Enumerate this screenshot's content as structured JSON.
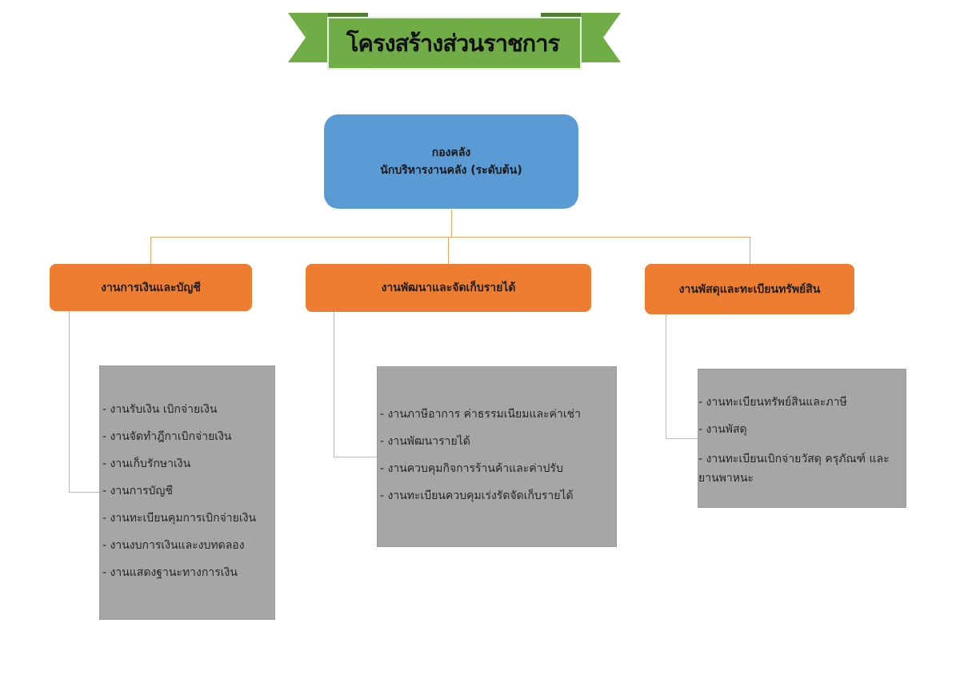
{
  "title": "โครงสร้างส่วนราชการ",
  "root": {
    "line1": "กองคลัง",
    "line2": "นักบริหารงานคลัง (ระดับต้น)"
  },
  "departments": [
    {
      "name": "งานการเงินและบัญชี",
      "tasks": [
        "- งานรับเงิน เบิกจ่ายเงิน",
        "- งานจัดทำฎีกาเบิกจ่ายเงิน",
        "- งานเก็บรักษาเงิน",
        "- งานการบัญชี",
        "- งานทะเบียนคุมการเบิกจ่ายเงิน",
        "- งานงบการเงินและงบทดลอง",
        "- งานแสดงฐานะทางการเงิน"
      ]
    },
    {
      "name": "งานพัฒนาและจัดเก็บรายได้",
      "tasks": [
        "-  งานภาษีอาการ  ค่าธรรมเนียมและค่าเช่า",
        "-  งานพัฒนารายได้",
        "-  งานควบคุมกิจการร้านค้าและค่าปรับ",
        "-  งานทะเบียนควบคุมเร่งรัดจัดเก็บรายได้"
      ]
    },
    {
      "name": "งานพัสดุและทะเบียนทรัพย์สิน",
      "tasks": [
        "- งานทะเบียนทรัพย์สินและภาษี",
        "- งานพัสดุ",
        "- งานทะเบียนเบิกจ่ายวัสดุ ครุภัณฑ์ และยานพาหนะ"
      ]
    }
  ],
  "colors": {
    "banner_green": "#70ad47",
    "root_blue": "#5b9bd5",
    "dept_orange": "#ed7d31",
    "task_gray": "#a6a6a6"
  }
}
